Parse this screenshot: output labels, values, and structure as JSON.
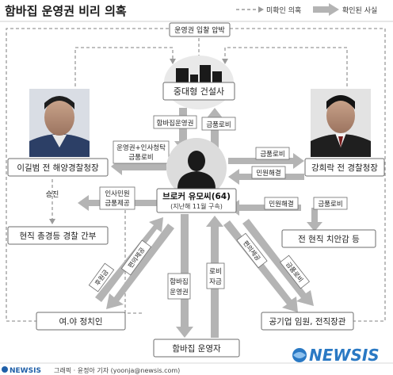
{
  "header": {
    "title": "함바집 운영권 비리 의혹",
    "legend_unconfirmed": "미확인 의혹",
    "legend_confirmed": "확인된 사실"
  },
  "nodes": {
    "construction": "중대형 건설사",
    "lee": "이길범 전 해양경찰청장",
    "kang": "강희락 전 경찰청장",
    "broker_name": "브로커 유모씨(64)",
    "broker_note": "(지난해 11월 구속)",
    "police_exec": "현직 총경등 경찰 간부",
    "public_officials": "전 현직 치안감 등",
    "politicians": "여.야 정치인",
    "corp_execs": "공기업 임원, 전직장관",
    "operator": "함바집 운영자"
  },
  "edge_labels": {
    "bid_pressure": "운영권 입찰 압박",
    "hamba_operation": "함바집운영권",
    "money_lobby": "금품로비",
    "operation_hr1": "운영권+인사청탁",
    "operation_hr2": "금품로비",
    "kang_lobby": "금품로비",
    "kang_complaint": "민원해결",
    "promotion": "승진",
    "hr_complaint": "인사민원",
    "money_provide": "금품제공",
    "complaint_resolve": "민원해결",
    "lobby_right": "금품로비",
    "convenience": "편의제공",
    "sponsorship": "후원금",
    "hamba_op_down1": "함바집",
    "hamba_op_down2": "운영권",
    "rebate1": "로비",
    "rebate2": "자금",
    "convenience_right": "편의제공",
    "lobby_right2": "금품로비"
  },
  "footer": {
    "logo_text": "NEWSIS",
    "credit": "그래픽 · 윤정아 기자 (yoonja@newsis.com)",
    "watermark": "NEWSIS"
  },
  "colors": {
    "arrow_gray": "#b4b4b4",
    "box_border": "#6e6e6e",
    "dash_gray": "#9a9a9a",
    "logo_blue": "#1f5fa8"
  }
}
